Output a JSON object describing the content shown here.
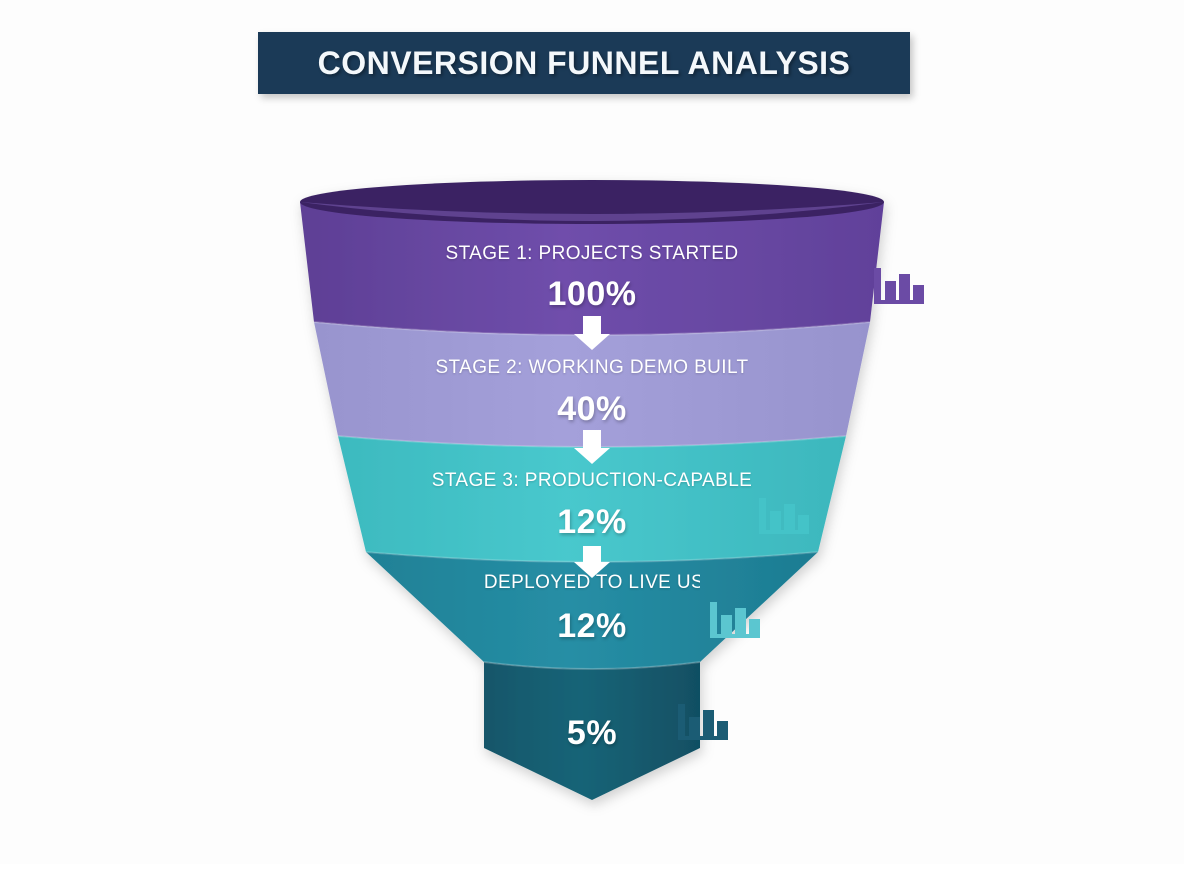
{
  "header": {
    "title": "CONVERSION FUNNEL ANALYSIS",
    "bar_color": "#1b3a57",
    "text_color": "#f4f8fb"
  },
  "background_color": "#fdfdfd",
  "chart_data": {
    "type": "funnel",
    "title": "CONVERSION FUNNEL ANALYSIS",
    "categories": [
      "STAGE 1: PROJECTS STARTED",
      "STAGE 2: WORKING DEMO BUILT",
      "STAGE 3: PRODUCTION-CAPABLE",
      "DEPLOYED TO LIVE US",
      ""
    ],
    "values": [
      100,
      40,
      12,
      12,
      5
    ],
    "value_labels": [
      "100%",
      "40%",
      "12%",
      "12%",
      "5%"
    ],
    "unit": "%",
    "ylabel": "",
    "xlabel": "",
    "stages": [
      {
        "label": "STAGE 1: PROJECTS STARTED",
        "value": "100%",
        "color": "#6b4ba5",
        "icon_color": "#6b4ba5",
        "label_clipped": false
      },
      {
        "label": "STAGE 2: WORKING DEMO BUILT",
        "value": "40%",
        "color": "#a09cd6",
        "icon_color": "#a09cd6",
        "label_clipped": false
      },
      {
        "label": "STAGE 3: PRODUCTION-CAPABLE",
        "value": "12%",
        "color": "#44c3c8",
        "icon_color": "#44c3c8",
        "label_clipped": false
      },
      {
        "label": "DEPLOYED TO LIVE US",
        "value": "12%",
        "color": "#2389a0",
        "icon_color": "#5bc6d0",
        "label_clipped": true
      },
      {
        "label": "",
        "value": "5%",
        "color": "#155c70",
        "icon_color": "#1b5c74",
        "label_clipped": false
      }
    ],
    "rim_color": "#3a2363",
    "arrow_color": "#ffffff",
    "legend": "none",
    "grid": false
  },
  "icons": {
    "bar_chart_name": "bar-chart-icon",
    "arrow_name": "down-arrow-icon",
    "bars": [
      0.62,
      0.4,
      0.82,
      0.34
    ]
  }
}
